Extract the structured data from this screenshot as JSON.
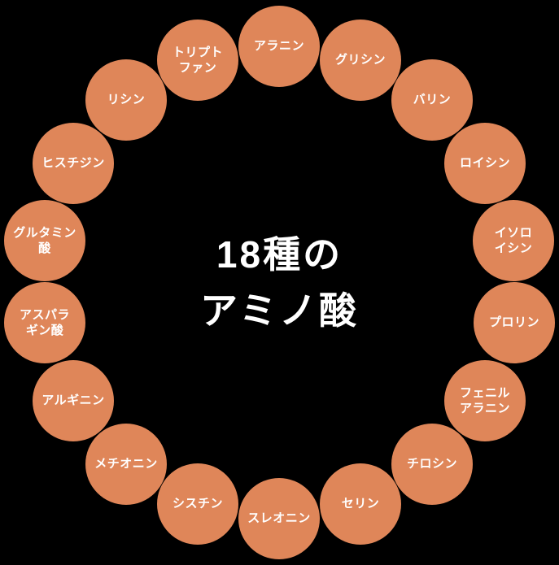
{
  "title": {
    "center_text": "18種の\nアミノ酸"
  },
  "colors": {
    "background": "#000000",
    "circle_fill": "#df8659",
    "text": "#ffffff"
  },
  "amino_acids": [
    {
      "label": "アラニン"
    },
    {
      "label": "グリシン"
    },
    {
      "label": "バリン"
    },
    {
      "label": "ロイシン"
    },
    {
      "label": "イソロ\nイシン"
    },
    {
      "label": "プロリン"
    },
    {
      "label": "フェニル\nアラニン"
    },
    {
      "label": "チロシン"
    },
    {
      "label": "セリン"
    },
    {
      "label": "スレオニン"
    },
    {
      "label": "シスチン"
    },
    {
      "label": "メチオニン"
    },
    {
      "label": "アルギニン"
    },
    {
      "label": "アスパラ\nギン酸"
    },
    {
      "label": "グルタミン\n酸"
    },
    {
      "label": "ヒスチジン"
    },
    {
      "label": "リシン"
    },
    {
      "label": "トリプト\nファン"
    }
  ]
}
